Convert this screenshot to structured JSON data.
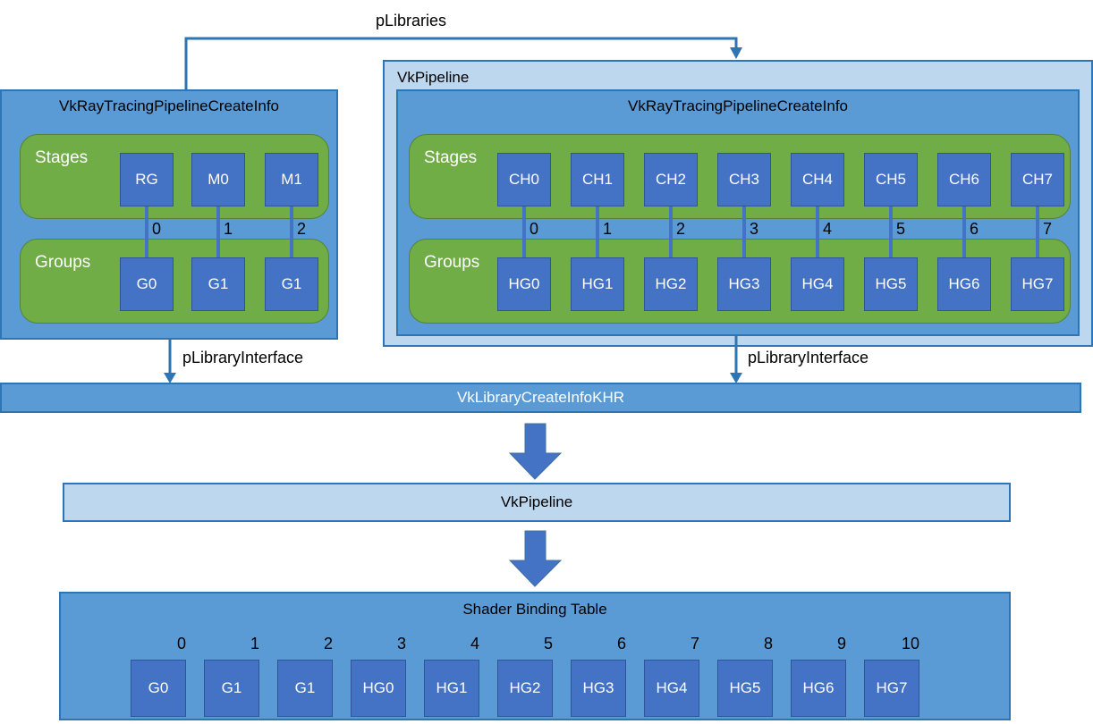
{
  "colors": {
    "medium_blue": "#5B9BD5",
    "light_blue": "#BDD7EE",
    "green": "#70AD47",
    "square_blue": "#4472C4",
    "border_blue": "#2E75B6",
    "square_border": "#2F5597"
  },
  "connections": {
    "p_libraries_label": "pLibraries",
    "left_library_interface_label": "pLibraryInterface",
    "right_library_interface_label": "pLibraryInterface"
  },
  "left_pipeline_box": {
    "title": "VkRayTracingPipelineCreateInfo",
    "stages_label": "Stages",
    "groups_label": "Groups",
    "stage_items": [
      "RG",
      "M0",
      "M1"
    ],
    "group_items": [
      "G0",
      "G1",
      "G1"
    ],
    "indices": [
      "0",
      "1",
      "2"
    ]
  },
  "vk_pipeline_box": {
    "title": "VkPipeline",
    "create_info": {
      "title": "VkRayTracingPipelineCreateInfo",
      "stages_label": "Stages",
      "groups_label": "Groups",
      "stage_items": [
        "CH0",
        "CH1",
        "CH2",
        "CH3",
        "CH4",
        "CH5",
        "CH6",
        "CH7"
      ],
      "group_items": [
        "HG0",
        "HG1",
        "HG2",
        "HG3",
        "HG4",
        "HG5",
        "HG6",
        "HG7"
      ],
      "indices": [
        "0",
        "1",
        "2",
        "3",
        "4",
        "5",
        "6",
        "7"
      ]
    }
  },
  "library_create_info_bar": {
    "title": "VkLibraryCreateInfoKHR"
  },
  "pipeline_bar": {
    "title": "VkPipeline"
  },
  "shader_binding_table": {
    "title": "Shader Binding Table",
    "indices": [
      "0",
      "1",
      "2",
      "3",
      "4",
      "5",
      "6",
      "7",
      "8",
      "9",
      "10"
    ],
    "entries": [
      "G0",
      "G1",
      "G1",
      "HG0",
      "HG1",
      "HG2",
      "HG3",
      "HG4",
      "HG5",
      "HG6",
      "HG7"
    ]
  }
}
